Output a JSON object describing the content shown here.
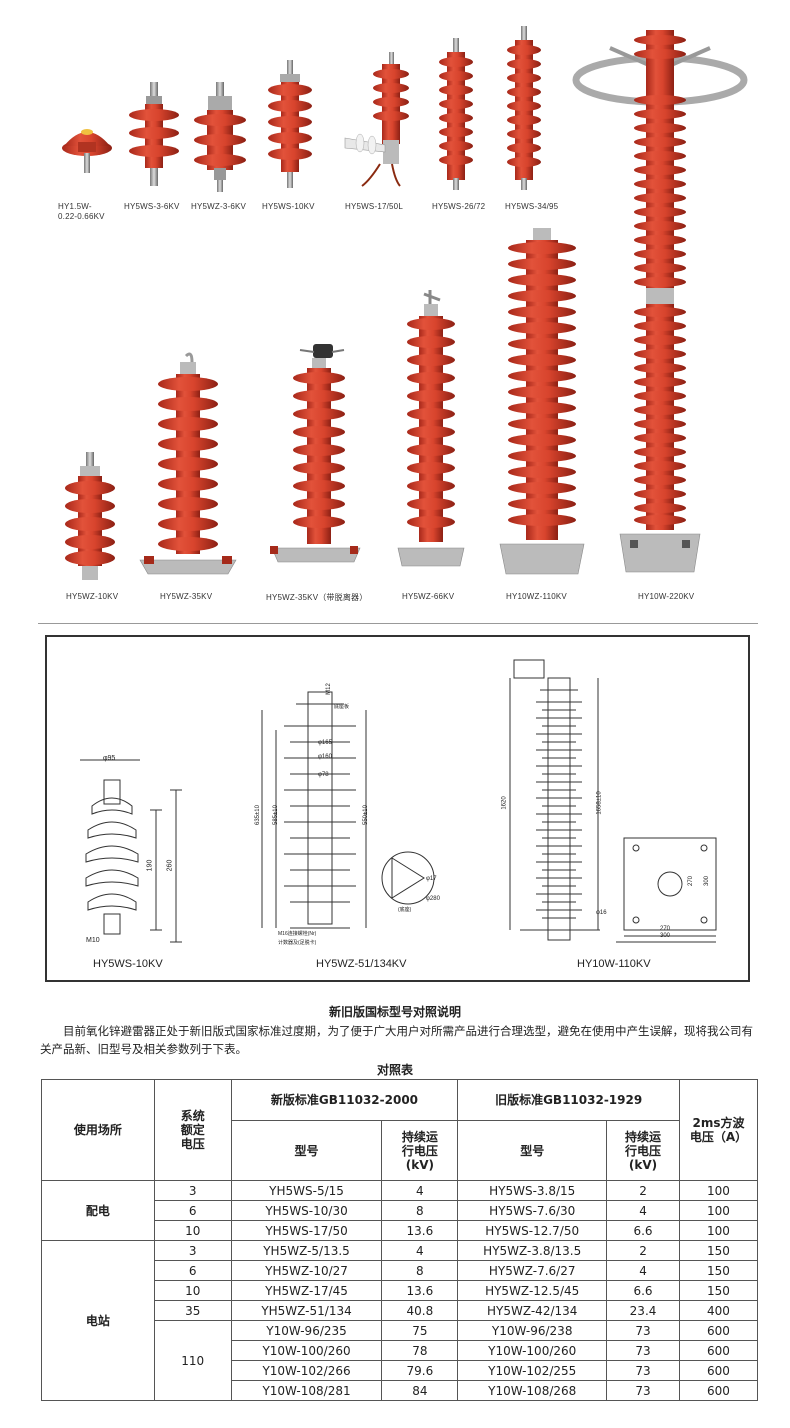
{
  "products_row1": [
    {
      "label": "HY1.5W-\n0.22-0.66KV"
    },
    {
      "label": "HY5WS-3-6KV"
    },
    {
      "label": "HY5WZ-3-6KV"
    },
    {
      "label": "HY5WS-10KV"
    },
    {
      "label": "HY5WS-17/50L"
    },
    {
      "label": "HY5WS-26/72"
    },
    {
      "label": "HY5WS-34/95"
    }
  ],
  "products_row2": [
    {
      "label": "HY5WZ-10KV"
    },
    {
      "label": "HY5WZ-35KV"
    },
    {
      "label": "HY5WZ-35KV（带脱离器）"
    },
    {
      "label": "HY5WZ-66KV"
    },
    {
      "label": "HY10WZ-110KV"
    },
    {
      "label": "HY10W-220KV"
    }
  ],
  "drawings": {
    "d1_caption": "HY5WS-10KV",
    "d2_caption": "HY5WZ-51/134KV",
    "d3_caption": "HY10W-110KV",
    "d1_dims": {
      "top": "φ95",
      "h1": "190",
      "h2": "260",
      "bottom": "M10"
    },
    "d2_dims": {
      "top": "M12",
      "t1": "φ165",
      "t2": "φ160",
      "t3": "φ78",
      "h1": "635±10",
      "h2": "585±10",
      "h3": "550±10",
      "cap": "底座板",
      "n1": "M16连接螺栓(Nr)",
      "n2": "计数器及(足脱卡)",
      "r1": "φ17",
      "r2": "φ280",
      "r3": "(底座)"
    },
    "d3_dims": {
      "h1": "1620",
      "h2": "1658±10",
      "w1": "270",
      "w2": "300",
      "w3": "270",
      "w4": "300",
      "n1": "φ16"
    }
  },
  "section_title": "新旧版国标型号对照说明",
  "intro": "目前氧化锌避雷器正处于新旧版式国家标准过度期，为了便于广大用户对所需产品进行合理选型，避免在使用中产生误解，现将我公司有关产品新、旧型号及相关参数列于下表。",
  "table_title": "对照表",
  "table": {
    "h_usage": "使用场所",
    "h_voltage": "系统\n额定\n电压",
    "h_new": "新版标准GB11032-2000",
    "h_old": "旧版标准GB11032-1929",
    "h_wave": "2ms方波\n电压（A）",
    "h_model": "型号",
    "h_cont": "持续运\n行电压\n(kV)",
    "groups": [
      {
        "usage": "配电",
        "rows": [
          {
            "v": "3",
            "nm": "YH5WS-5/15",
            "nc": "4",
            "om": "HY5WS-3.8/15",
            "oc": "2",
            "w": "100"
          },
          {
            "v": "6",
            "nm": "YH5WS-10/30",
            "nc": "8",
            "om": "HY5WS-7.6/30",
            "oc": "4",
            "w": "100"
          },
          {
            "v": "10",
            "nm": "YH5WS-17/50",
            "nc": "13.6",
            "om": "HY5WS-12.7/50",
            "oc": "6.6",
            "w": "100"
          }
        ]
      },
      {
        "usage": "电站",
        "rows": [
          {
            "v": "3",
            "nm": "YH5WZ-5/13.5",
            "nc": "4",
            "om": "HY5WZ-3.8/13.5",
            "oc": "2",
            "w": "150"
          },
          {
            "v": "6",
            "nm": "YH5WZ-10/27",
            "nc": "8",
            "om": "HY5WZ-7.6/27",
            "oc": "4",
            "w": "150"
          },
          {
            "v": "10",
            "nm": "YH5WZ-17/45",
            "nc": "13.6",
            "om": "HY5WZ-12.5/45",
            "oc": "6.6",
            "w": "150"
          },
          {
            "v": "35",
            "nm": "YH5WZ-51/134",
            "nc": "40.8",
            "om": "HY5WZ-42/134",
            "oc": "23.4",
            "w": "400"
          },
          {
            "v": "110",
            "nm": "Y10W-96/235",
            "nc": "75",
            "om": "Y10W-96/238",
            "oc": "73",
            "w": "600"
          },
          {
            "v": "",
            "nm": "Y10W-100/260",
            "nc": "78",
            "om": "Y10W-100/260",
            "oc": "73",
            "w": "600"
          },
          {
            "v": "",
            "nm": "Y10W-102/266",
            "nc": "79.6",
            "om": "Y10W-102/255",
            "oc": "73",
            "w": "600"
          },
          {
            "v": "",
            "nm": "Y10W-108/281",
            "nc": "84",
            "om": "Y10W-108/268",
            "oc": "73",
            "w": "600"
          }
        ]
      }
    ]
  }
}
